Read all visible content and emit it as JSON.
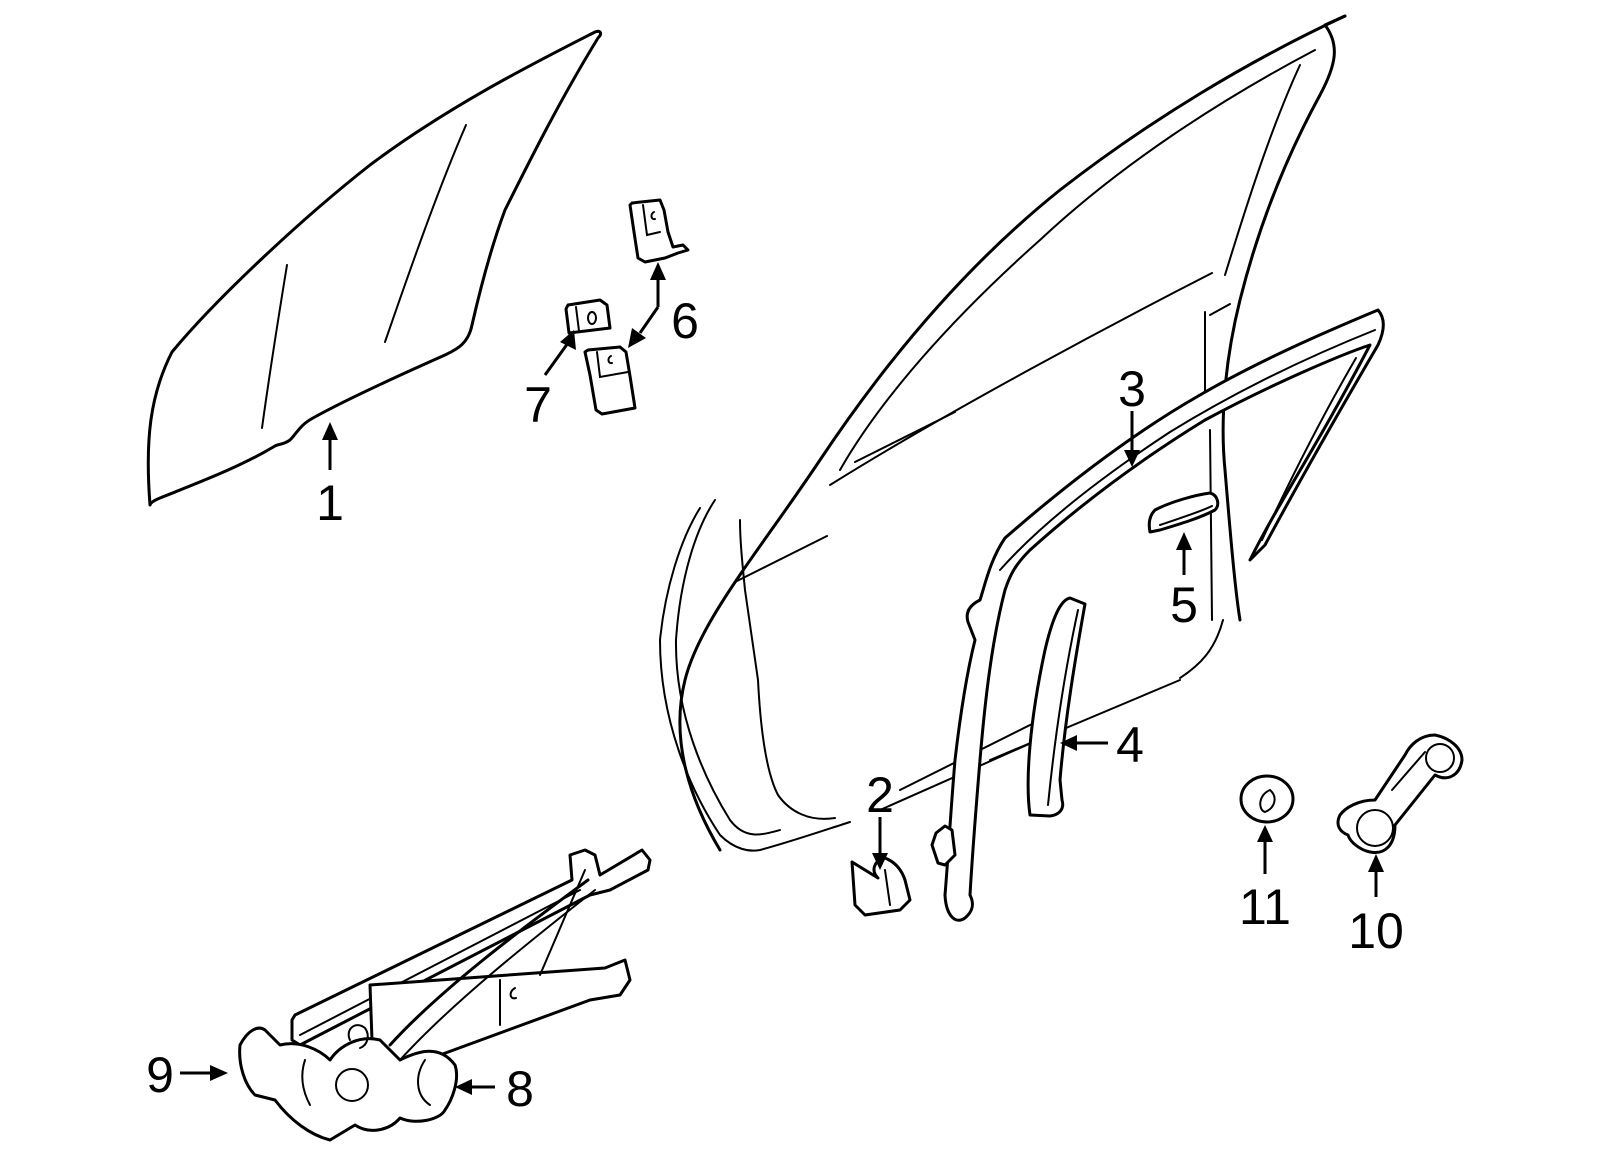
{
  "diagram": {
    "type": "exploded-parts-diagram",
    "subject": "front door window glass and regulator assembly",
    "colors": {
      "line": "#000000",
      "background": "#ffffff"
    },
    "callouts": [
      {
        "id": "1",
        "label": "1",
        "part": "door-glass"
      },
      {
        "id": "2",
        "label": "2",
        "part": "lower-run-channel-clip"
      },
      {
        "id": "3",
        "label": "3",
        "part": "glass-run-channel"
      },
      {
        "id": "4",
        "label": "4",
        "part": "rear-run-channel"
      },
      {
        "id": "5",
        "label": "5",
        "part": "upper-stop-bumper"
      },
      {
        "id": "6",
        "label": "6",
        "part": "glass-guide"
      },
      {
        "id": "7",
        "label": "7",
        "part": "guide-insert"
      },
      {
        "id": "8",
        "label": "8",
        "part": "window-regulator"
      },
      {
        "id": "9",
        "label": "9",
        "part": "regulator-motor"
      },
      {
        "id": "10",
        "label": "10",
        "part": "window-crank-handle"
      },
      {
        "id": "11",
        "label": "11",
        "part": "handle-spacer"
      }
    ]
  }
}
